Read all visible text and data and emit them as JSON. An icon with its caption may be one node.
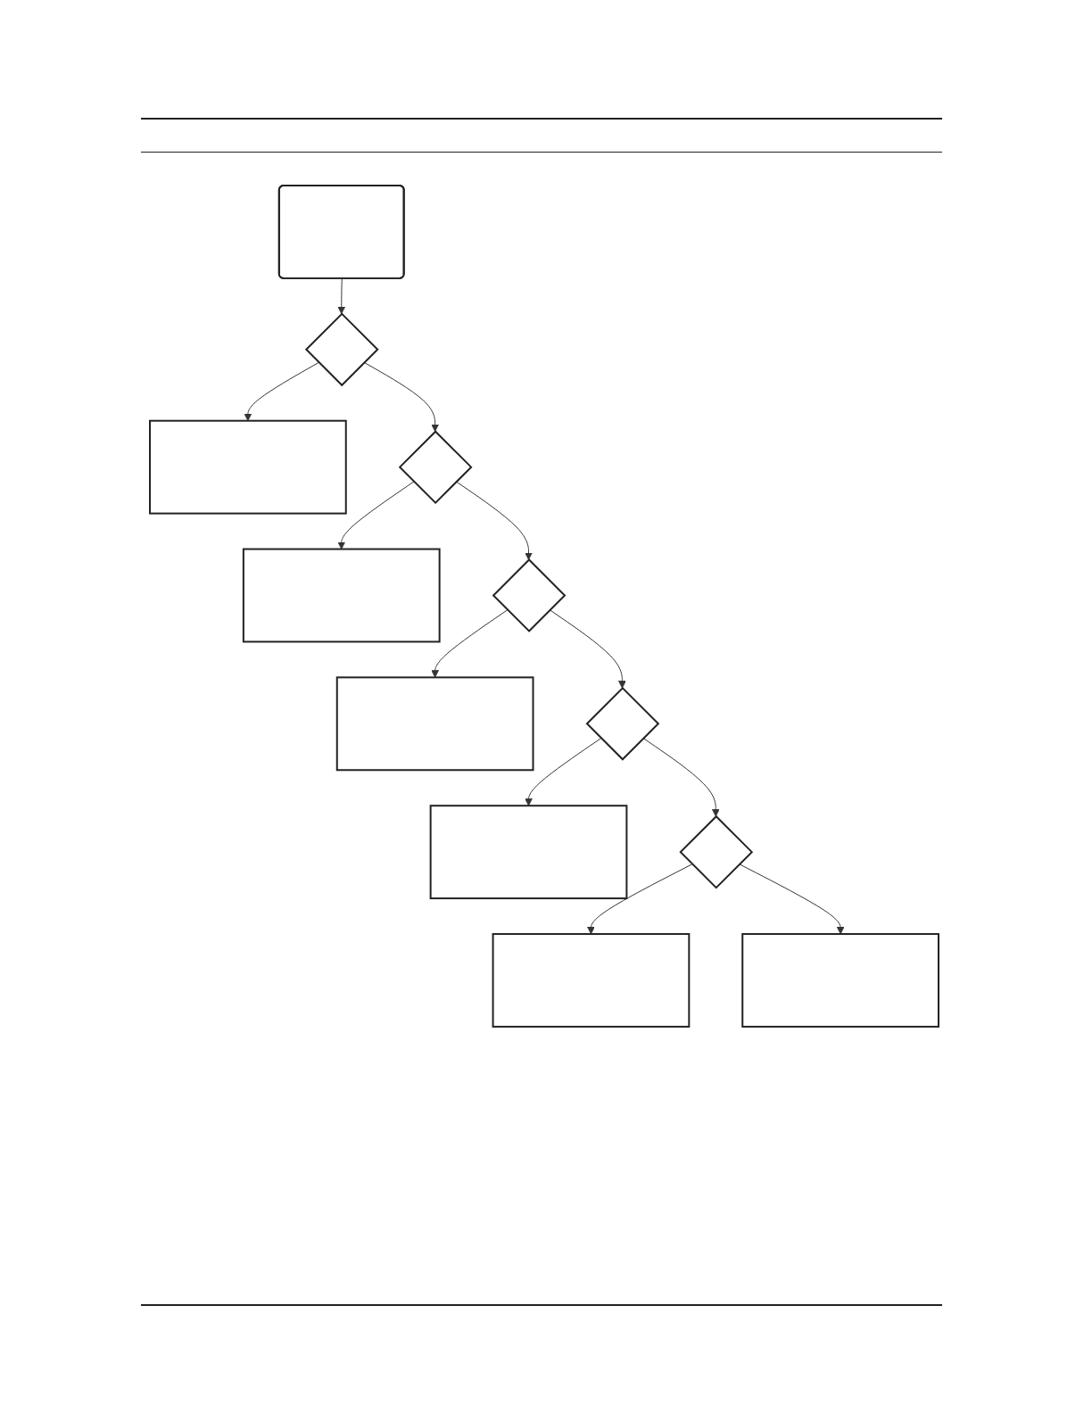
{
  "diagram": {
    "nodes": [
      {
        "text": [],
        "shape": "box"
      },
      {
        "text": [],
        "shape": "diamond"
      },
      {
        "text": [],
        "shape": "box"
      },
      {
        "text": [],
        "shape": "diamond"
      },
      {
        "text": [],
        "shape": "box"
      },
      {
        "text": [],
        "shape": "diamond"
      },
      {
        "text": [],
        "shape": "box"
      },
      {
        "text": [],
        "shape": "diamond"
      },
      {
        "text": [],
        "shape": "box"
      },
      {
        "text": [],
        "shape": "diamond"
      },
      {
        "text": [],
        "shape": "box"
      },
      {
        "text": [],
        "shape": "box"
      }
    ],
    "edges": [
      {
        "from": 0,
        "to": 1,
        "arrow": "to"
      },
      {
        "from": 1,
        "to": 2,
        "arrow": "to"
      },
      {
        "from": 1,
        "to": 3,
        "arrow": "to"
      },
      {
        "from": 3,
        "to": 4,
        "arrow": "to"
      },
      {
        "from": 3,
        "to": 5,
        "arrow": "to"
      },
      {
        "from": 5,
        "to": 6,
        "arrow": "to"
      },
      {
        "from": 5,
        "to": 7,
        "arrow": "to"
      },
      {
        "from": 7,
        "to": 8,
        "arrow": "to"
      },
      {
        "from": 7,
        "to": 9,
        "arrow": "to"
      },
      {
        "from": 9,
        "to": 10,
        "arrow": "to"
      },
      {
        "from": 9,
        "to": 11,
        "arrow": "to"
      }
    ]
  }
}
